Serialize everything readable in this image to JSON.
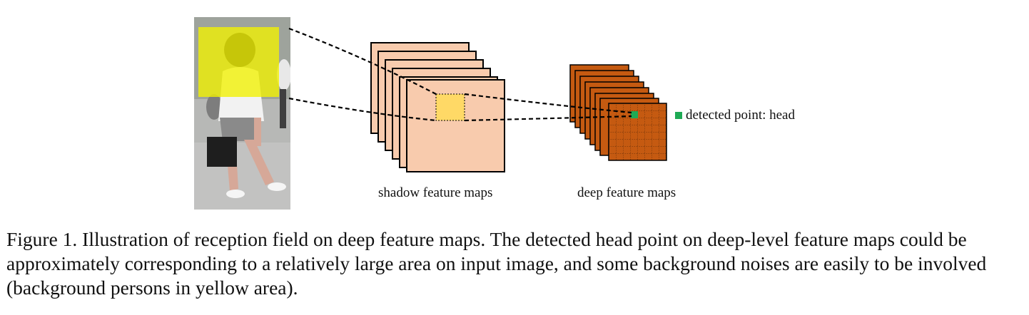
{
  "figure": {
    "label_shallow": "shadow feature maps",
    "label_deep": "deep feature maps",
    "legend_text": "detected point: head",
    "colors": {
      "shallow_fill": "#f8cbad",
      "deep_fill": "#c55a11",
      "highlight_yellow": "#ffe566",
      "receptive_yellow": "#f2f200",
      "head_point": "#1faa55"
    }
  },
  "caption": {
    "text": "Figure 1. Illustration of reception field on deep feature maps. The detected head point on deep-level feature maps could be approximately corresponding to a relatively large area on input image, and some background noises are easily to be involved (background persons in yellow area)."
  }
}
